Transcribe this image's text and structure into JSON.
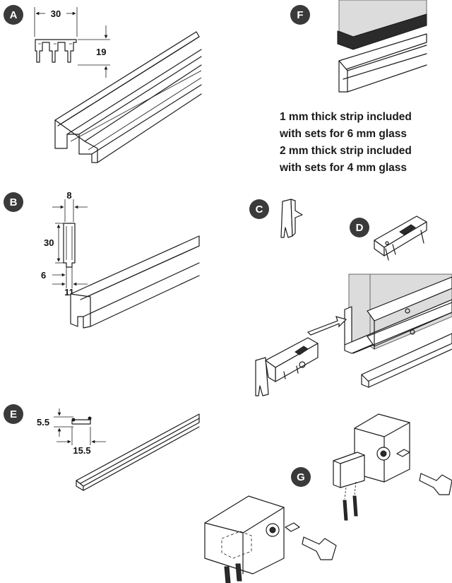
{
  "badges": {
    "a": "A",
    "b": "B",
    "c": "C",
    "d": "D",
    "e": "E",
    "f": "F",
    "g": "G"
  },
  "dimensions": {
    "a_width": "30",
    "a_height": "19",
    "b_top": "8",
    "b_height": "30",
    "b_slot": "6",
    "b_bottom": "11",
    "e_height": "5.5",
    "e_width": "15.5"
  },
  "note": {
    "line1": "1 mm thick strip included",
    "line2": "with sets for 6 mm glass",
    "line3": "2 mm thick strip included",
    "line4": "with sets for 4 mm glass"
  },
  "colors": {
    "badge": "#3a3a3a",
    "line": "#1a1a1a",
    "glass": "#dcdcdc",
    "strip": "#2b2b2b"
  }
}
